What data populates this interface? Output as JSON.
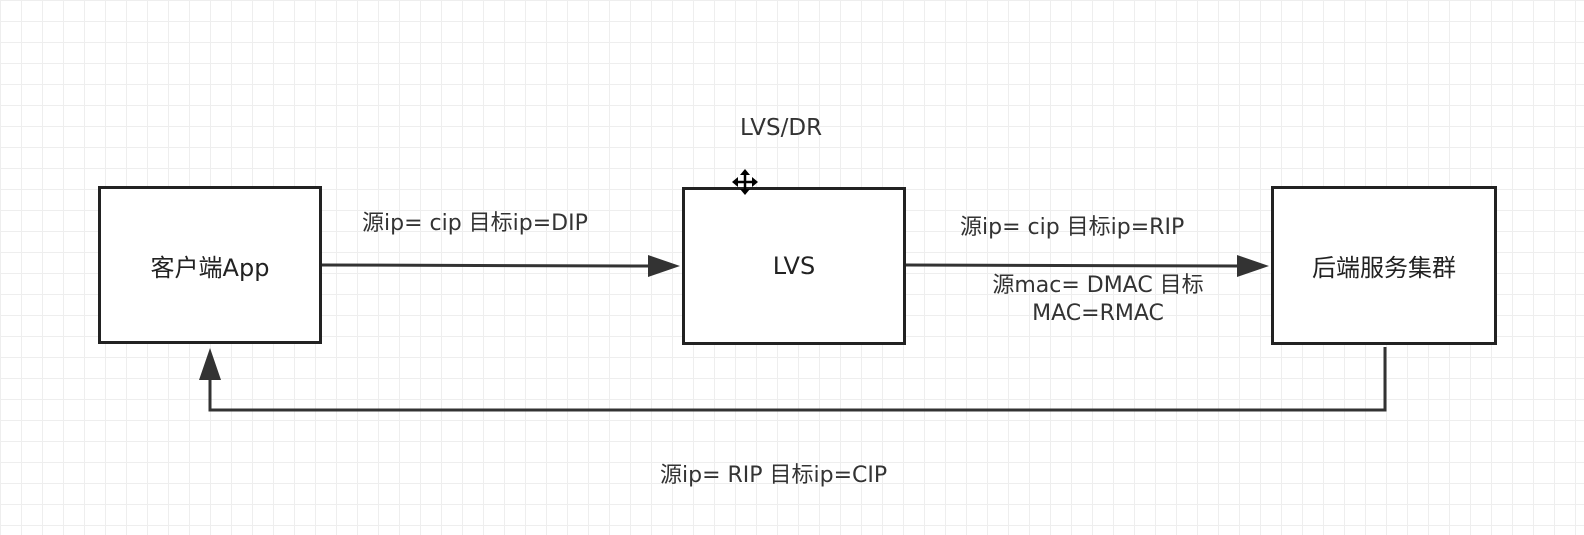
{
  "diagram": {
    "title": "LVS/DR",
    "nodes": {
      "client": {
        "label": "客户端App"
      },
      "lvs": {
        "label": "LVS"
      },
      "backend": {
        "label": "后端服务集群"
      }
    },
    "edges": {
      "client_to_lvs": {
        "label": "源ip= cip 目标ip=DIP"
      },
      "lvs_to_backend": {
        "label_ip": "源ip= cip 目标ip=RIP",
        "label_mac_line1": "源mac= DMAC 目标",
        "label_mac_line2": "MAC=RMAC"
      },
      "backend_to_client": {
        "label": "源ip= RIP 目标ip=CIP"
      }
    },
    "icons": {
      "cursor": "move-cursor-icon"
    },
    "colors": {
      "stroke": "#222222",
      "text": "#333333",
      "grid": "#eeeeee"
    }
  }
}
